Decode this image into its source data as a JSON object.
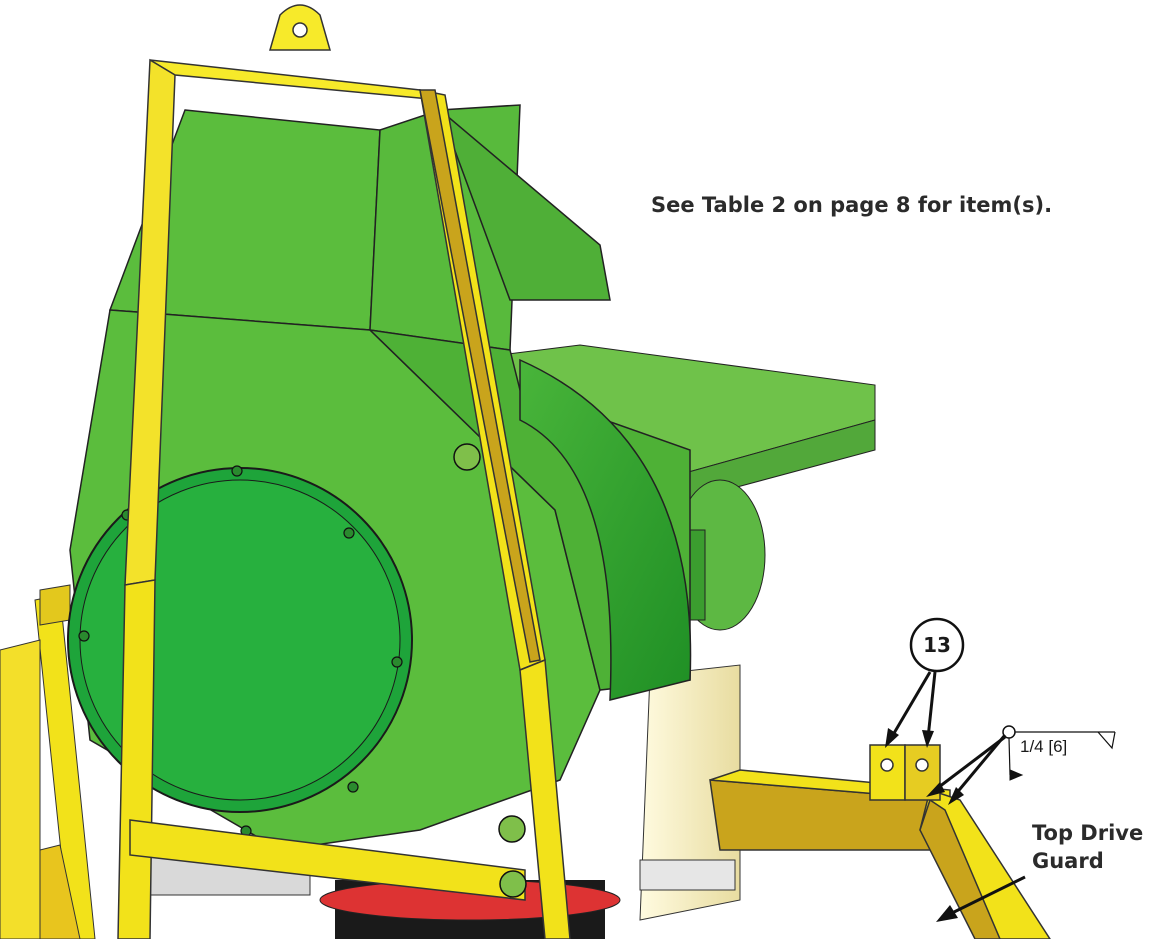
{
  "note": "See Table 2 on page 8 for item(s).",
  "callout_bubble": "13",
  "weld_symbol": "1/4 [6]",
  "part_label_line1": "Top Drive",
  "part_label_line2": "Guard",
  "colors": {
    "housing_green": "#5cb83a",
    "housing_dark": "#2f9a2a",
    "frame_yellow": "#f2e21a",
    "frame_shade": "#c9a41c",
    "leader": "#111111"
  }
}
